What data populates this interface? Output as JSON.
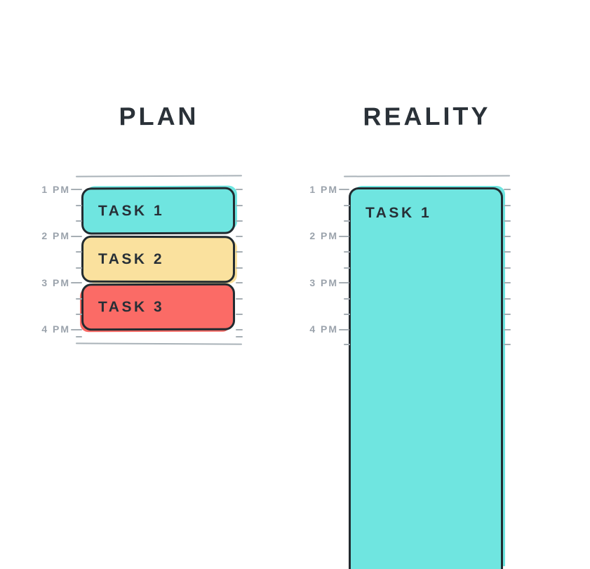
{
  "meta": {
    "description": "Hand-drawn comic comparing a planned afternoon schedule with reality"
  },
  "panels": [
    {
      "title": "PLAN",
      "axis_hours": [
        "1 PM",
        "2 PM",
        "3 PM",
        "4 PM"
      ],
      "tasks": [
        {
          "label": "TASK 1",
          "fill": "#6FE5E0",
          "start": "1 PM",
          "end": "2 PM"
        },
        {
          "label": "TASK 2",
          "fill": "#FAE19E",
          "start": "2 PM",
          "end": "3 PM"
        },
        {
          "label": "TASK 3",
          "fill": "#FB6B66",
          "start": "3 PM",
          "end": "4 PM"
        }
      ]
    },
    {
      "title": "REALITY",
      "axis_hours": [
        "1 PM",
        "2 PM",
        "3 PM",
        "4 PM"
      ],
      "tasks": [
        {
          "label": "TASK 1",
          "fill": "#6FE5E0",
          "start": "1 PM",
          "end": "runs off chart past 4 PM"
        }
      ]
    }
  ],
  "colors": {
    "background": "#FFFFFF",
    "outline": "#222B30",
    "title_text": "#2A3138",
    "task_text": "#272F36",
    "axis_label": "#9BA3AC",
    "grid_line": "#A9B2B8",
    "task_cyan": "#6FE5E0",
    "task_yellow": "#FAE19E",
    "task_red": "#FB6B66"
  }
}
